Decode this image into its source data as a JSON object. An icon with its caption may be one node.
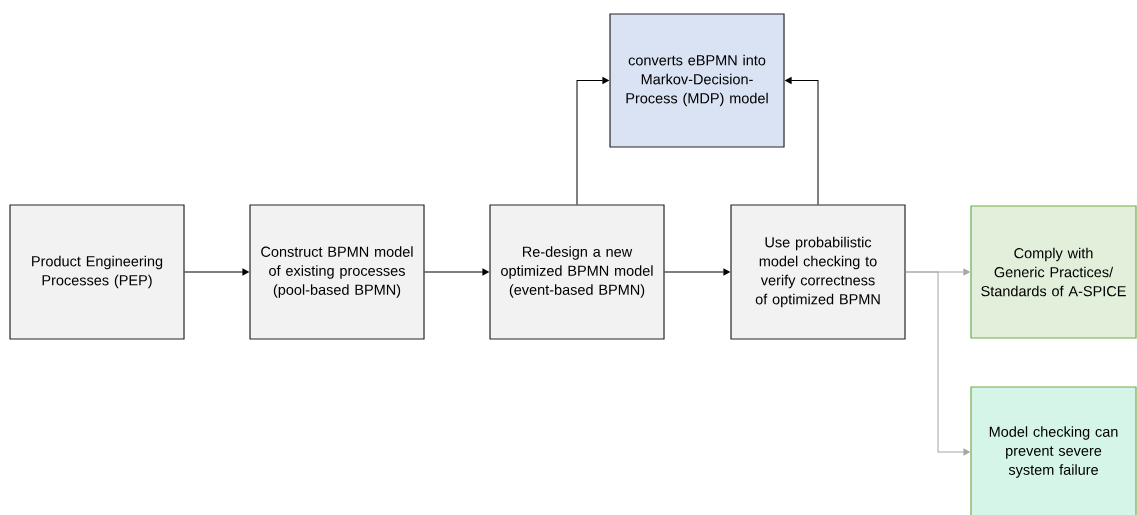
{
  "diagram": {
    "nodes": [
      {
        "text": [
          "Product Engineering Processes (PEP)"
        ]
      },
      {
        "text": [
          "Construct BPMN model of existing processes (pool-based BPMN)"
        ]
      },
      {
        "text": [
          "Re-design a new optimized BPMN model (event-based BPMN)"
        ]
      },
      {
        "text": [
          "Use probabilistic model checking to verify correctness of optimized BPMN"
        ]
      },
      {
        "text": [
          "converts eBPMN into Markov-Decision-Process (MDP) model"
        ]
      },
      {
        "text": [
          "Comply with Generic Practices/ Standards of A-SPICE"
        ]
      },
      {
        "text": [
          "Model checking can prevent severe system failure"
        ]
      }
    ],
    "edges": [
      {
        "from": 0,
        "to": 1,
        "arrow": "to"
      },
      {
        "from": 1,
        "to": 2,
        "arrow": "to"
      },
      {
        "from": 2,
        "to": 3,
        "arrow": "to"
      },
      {
        "from": 2,
        "to": 4,
        "arrow": "to"
      },
      {
        "from": 3,
        "to": 4,
        "arrow": "to"
      },
      {
        "from": 3,
        "to": 5,
        "arrow": "to",
        "color": "#a6a6a6"
      },
      {
        "from": 3,
        "to": 6,
        "arrow": "to",
        "color": "#a6a6a6"
      }
    ]
  }
}
